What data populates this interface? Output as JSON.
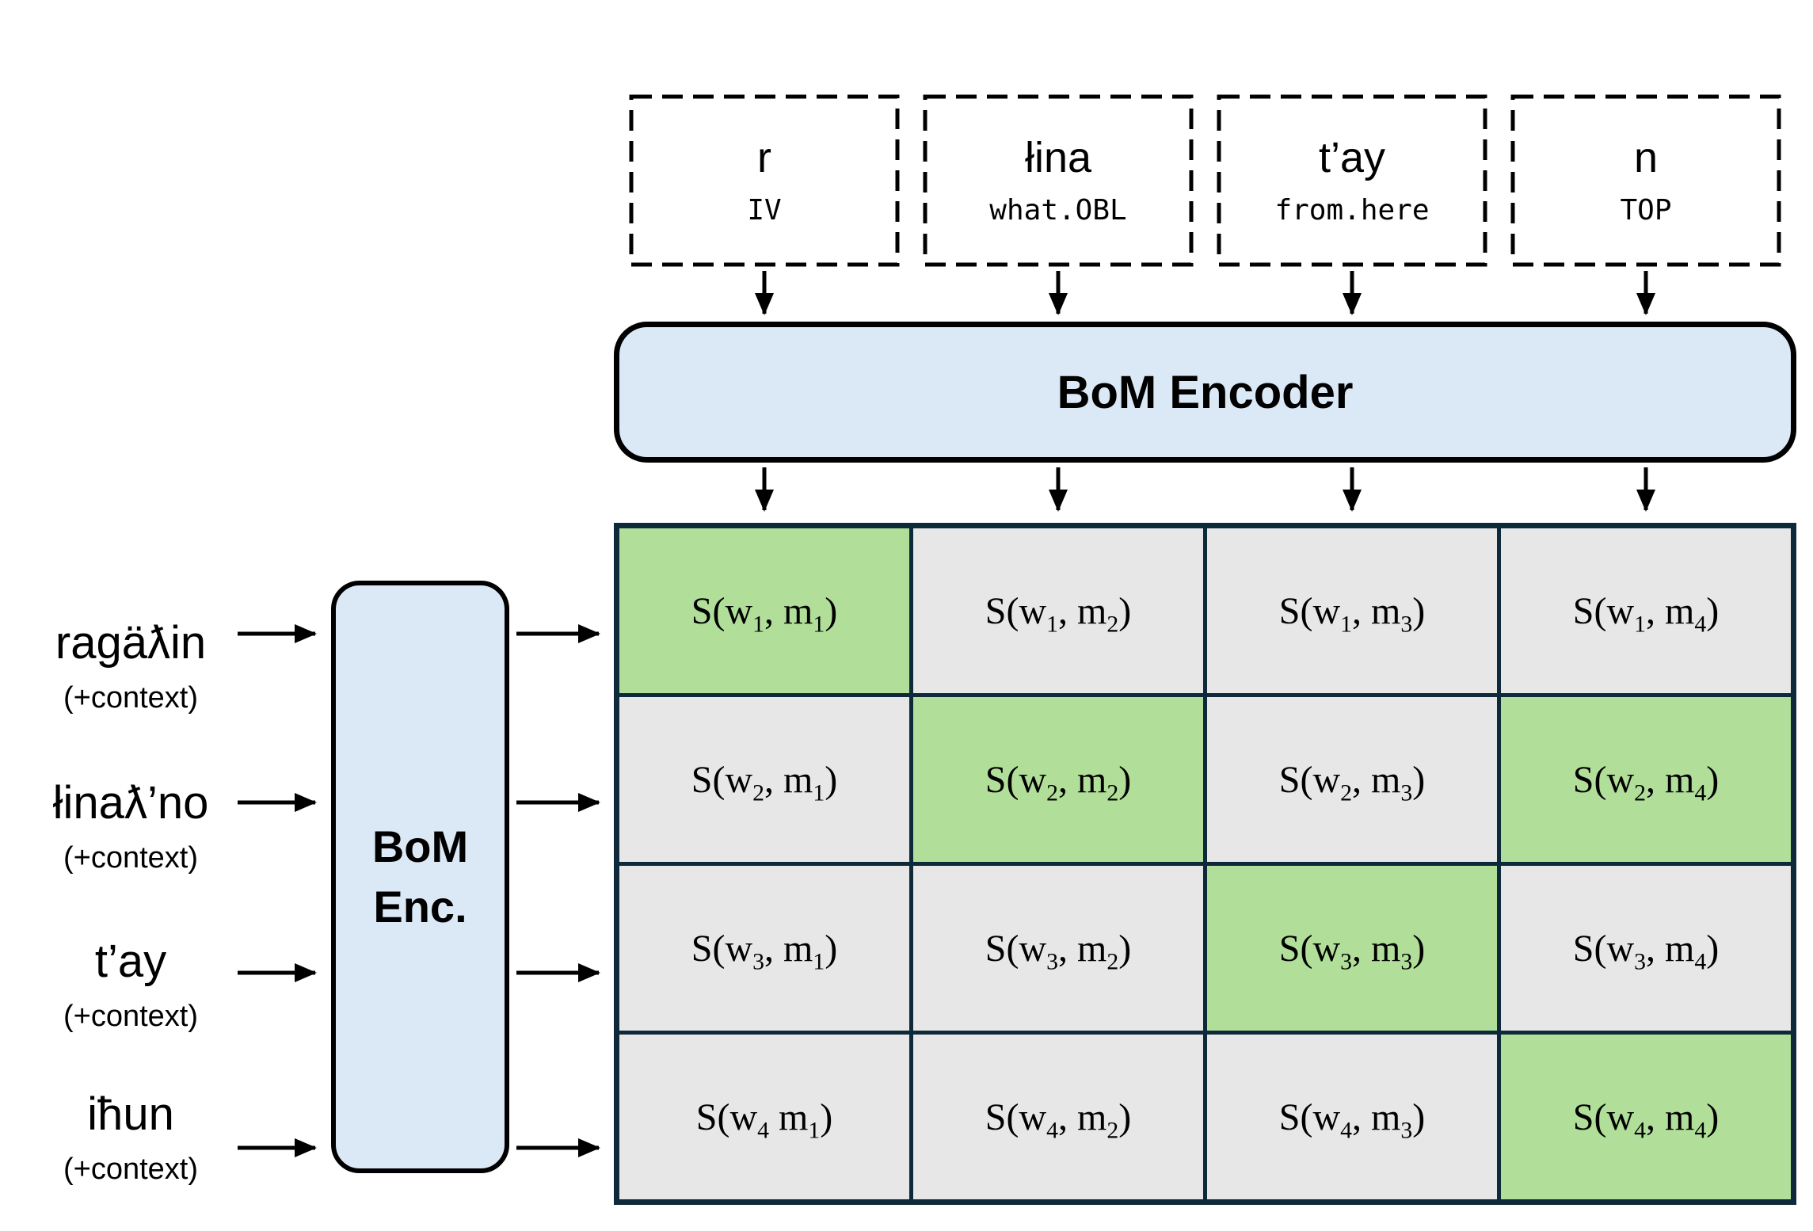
{
  "top_morphemes": [
    {
      "word": "r",
      "gloss": "IV"
    },
    {
      "word": "łina",
      "gloss": "what.OBL"
    },
    {
      "word": "t’ay",
      "gloss": "from.here"
    },
    {
      "word": "n",
      "gloss": "TOP"
    }
  ],
  "bom_encoder": {
    "label": "BoM Encoder"
  },
  "side_encoder": {
    "line1": "BoM",
    "line2": "Enc."
  },
  "words": [
    {
      "text": "ragäƛin",
      "context": "(+context)"
    },
    {
      "text": "łinaƛ’no",
      "context": "(+context)"
    },
    {
      "text": "t’ay",
      "context": "(+context)"
    },
    {
      "text": "iħun",
      "context": "(+context)"
    }
  ],
  "matrix": {
    "cells": [
      {
        "pre": "S(w",
        "sub_w": "1",
        "mid": ", m",
        "sub_m": "1",
        "post": ")",
        "highlight": true
      },
      {
        "pre": "S(w",
        "sub_w": "1",
        "mid": ", m",
        "sub_m": "2",
        "post": ")",
        "highlight": false
      },
      {
        "pre": "S(w",
        "sub_w": "1",
        "mid": ", m",
        "sub_m": "3",
        "post": ")",
        "highlight": false
      },
      {
        "pre": "S(w",
        "sub_w": "1",
        "mid": ", m",
        "sub_m": "4",
        "post": ")",
        "highlight": false
      },
      {
        "pre": "S(w",
        "sub_w": "2",
        "mid": ", m",
        "sub_m": "1",
        "post": ")",
        "highlight": false
      },
      {
        "pre": "S(w",
        "sub_w": "2",
        "mid": ", m",
        "sub_m": "2",
        "post": ")",
        "highlight": true
      },
      {
        "pre": "S(w",
        "sub_w": "2",
        "mid": ", m",
        "sub_m": "3",
        "post": ")",
        "highlight": false
      },
      {
        "pre": "S(w",
        "sub_w": "2",
        "mid": ", m",
        "sub_m": "4",
        "post": ")",
        "highlight": true
      },
      {
        "pre": "S(w",
        "sub_w": "3",
        "mid": ", m",
        "sub_m": "1",
        "post": ")",
        "highlight": false
      },
      {
        "pre": "S(w",
        "sub_w": "3",
        "mid": ", m",
        "sub_m": "2",
        "post": ")",
        "highlight": false
      },
      {
        "pre": "S(w",
        "sub_w": "3",
        "mid": ", m",
        "sub_m": "3",
        "post": ")",
        "highlight": true
      },
      {
        "pre": "S(w",
        "sub_w": "3",
        "mid": ", m",
        "sub_m": "4",
        "post": ")",
        "highlight": false
      },
      {
        "pre": "S(w",
        "sub_w": "4",
        "mid": " m",
        "sub_m": "1",
        "post": ")",
        "highlight": false
      },
      {
        "pre": "S(w",
        "sub_w": "4",
        "mid": ", m",
        "sub_m": "2",
        "post": ")",
        "highlight": false
      },
      {
        "pre": "S(w",
        "sub_w": "4",
        "mid": ", m",
        "sub_m": "3",
        "post": ")",
        "highlight": false
      },
      {
        "pre": "S(w",
        "sub_w": "4",
        "mid": ", m",
        "sub_m": "4",
        "post": ")",
        "highlight": true
      }
    ]
  },
  "colors": {
    "box_fill": "#dbe8f6",
    "cell_green": "#b1df99",
    "cell_gray": "#e8e7e7",
    "grid_border": "#0e2a3a",
    "ink": "#000000"
  }
}
